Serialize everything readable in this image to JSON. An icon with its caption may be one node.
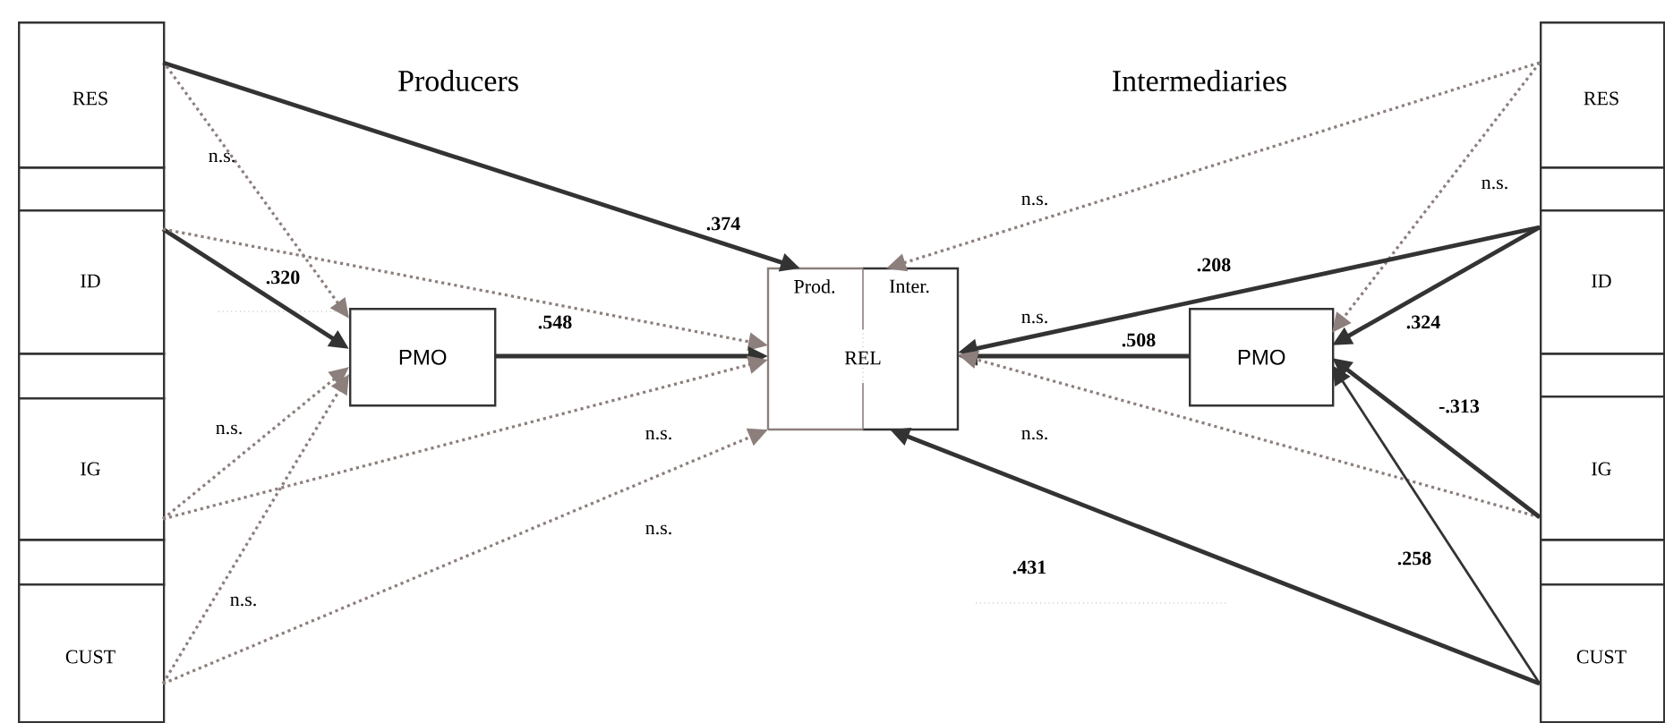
{
  "diagram": {
    "nodes": [
      {
        "text": [
          "RES"
        ]
      },
      {
        "text": [],
        "shape": "box"
      },
      {
        "text": [
          "ID"
        ]
      },
      {
        "text": [],
        "shape": "box"
      },
      {
        "text": [
          "IG"
        ]
      },
      {
        "text": [],
        "shape": "box"
      },
      {
        "text": [
          "CUST"
        ]
      },
      {
        "text": [
          "PMO"
        ]
      },
      {
        "text": [
          "Prod.",
          "Inter.",
          "REL"
        ]
      },
      {
        "text": [
          "PMO"
        ]
      },
      {
        "text": [
          "RES"
        ]
      },
      {
        "text": [],
        "shape": "box"
      },
      {
        "text": [
          "ID"
        ]
      },
      {
        "text": [],
        "shape": "box"
      },
      {
        "text": [
          "IG"
        ]
      },
      {
        "text": [],
        "shape": "box"
      },
      {
        "text": [
          "CUST"
        ]
      }
    ],
    "edges": [
      {
        "from": 0,
        "to": 8,
        "arrow": "to",
        "label": ".374"
      },
      {
        "from": 0,
        "to": 7,
        "arrow": "to",
        "label": "n.s.",
        "style": "dashed",
        "color": "#8c7f7c"
      },
      {
        "from": 2,
        "to": 7,
        "arrow": "to",
        "label": ".320"
      },
      {
        "from": 2,
        "to": 8,
        "arrow": "to",
        "style": "dashed",
        "color": "#8c7f7c"
      },
      {
        "from": 7,
        "to": 8,
        "arrow": "to",
        "label": ".548"
      },
      {
        "from": 4,
        "to": 7,
        "arrow": "to",
        "label": "n.s.",
        "style": "dashed",
        "color": "#8c7f7c"
      },
      {
        "from": 4,
        "to": 8,
        "arrow": "to",
        "label": "n.s.",
        "style": "dashed",
        "color": "#8c7f7c"
      },
      {
        "from": 6,
        "to": 7,
        "arrow": "to",
        "label": "n.s.",
        "style": "dashed",
        "color": "#8c7f7c"
      },
      {
        "from": 6,
        "to": 8,
        "arrow": "to",
        "label": "n.s.",
        "style": "dashed",
        "color": "#8c7f7c"
      },
      {
        "from": 10,
        "to": 8,
        "arrow": "to",
        "label": "n.s.",
        "style": "dashed",
        "color": "#8c7f7c"
      },
      {
        "from": 10,
        "to": 9,
        "arrow": "to",
        "label": "n.s.",
        "style": "dashed",
        "color": "#8c7f7c"
      },
      {
        "from": 12,
        "to": 8,
        "arrow": "to",
        "label": ".208"
      },
      {
        "from": 12,
        "to": 9,
        "arrow": "to",
        "label": ".324"
      },
      {
        "from": 9,
        "to": 8,
        "arrow": "to",
        "label": ".508"
      },
      {
        "from": 14,
        "to": 8,
        "arrow": "to",
        "label": "n.s.",
        "style": "dashed",
        "color": "#8c7f7c"
      },
      {
        "from": 14,
        "to": 9,
        "arrow": "to",
        "label": "-.313"
      },
      {
        "from": 16,
        "to": 9,
        "arrow": "to",
        "label": ".258"
      },
      {
        "from": 16,
        "to": 8,
        "arrow": "to",
        "label": ".431"
      }
    ],
    "labels": [
      "Producers",
      "Intermediaries",
      "n.s."
    ]
  }
}
